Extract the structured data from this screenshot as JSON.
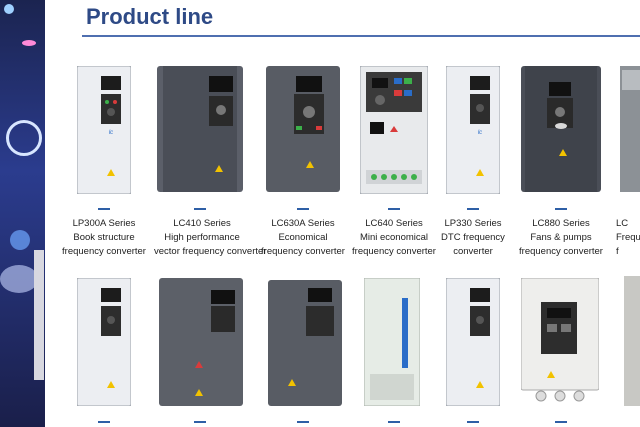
{
  "heading": "Product line",
  "products": [
    {
      "series": "LP300A Series",
      "line2": "Book structure",
      "line3": "frequency converter"
    },
    {
      "series": "LC410 Series",
      "line2": "High performance",
      "line3": "vector frequency converter"
    },
    {
      "series": "LC630A Series",
      "line2": "Economical",
      "line3": "frequency converter"
    },
    {
      "series": "LC640  Series",
      "line2": "Mini economical",
      "line3": "frequency converter"
    },
    {
      "series": "LP330  Series",
      "line2": "DTC frequency",
      "line3": "converter"
    },
    {
      "series": "LC880  Series",
      "line2": "Fans & pumps",
      "line3": "frequency converter"
    },
    {
      "series": "LC",
      "line2": "Freque",
      "line3": "f"
    }
  ],
  "colors": {
    "heading": "#2e4a86",
    "rule": "#4f6fb0",
    "caption": "#222222"
  }
}
